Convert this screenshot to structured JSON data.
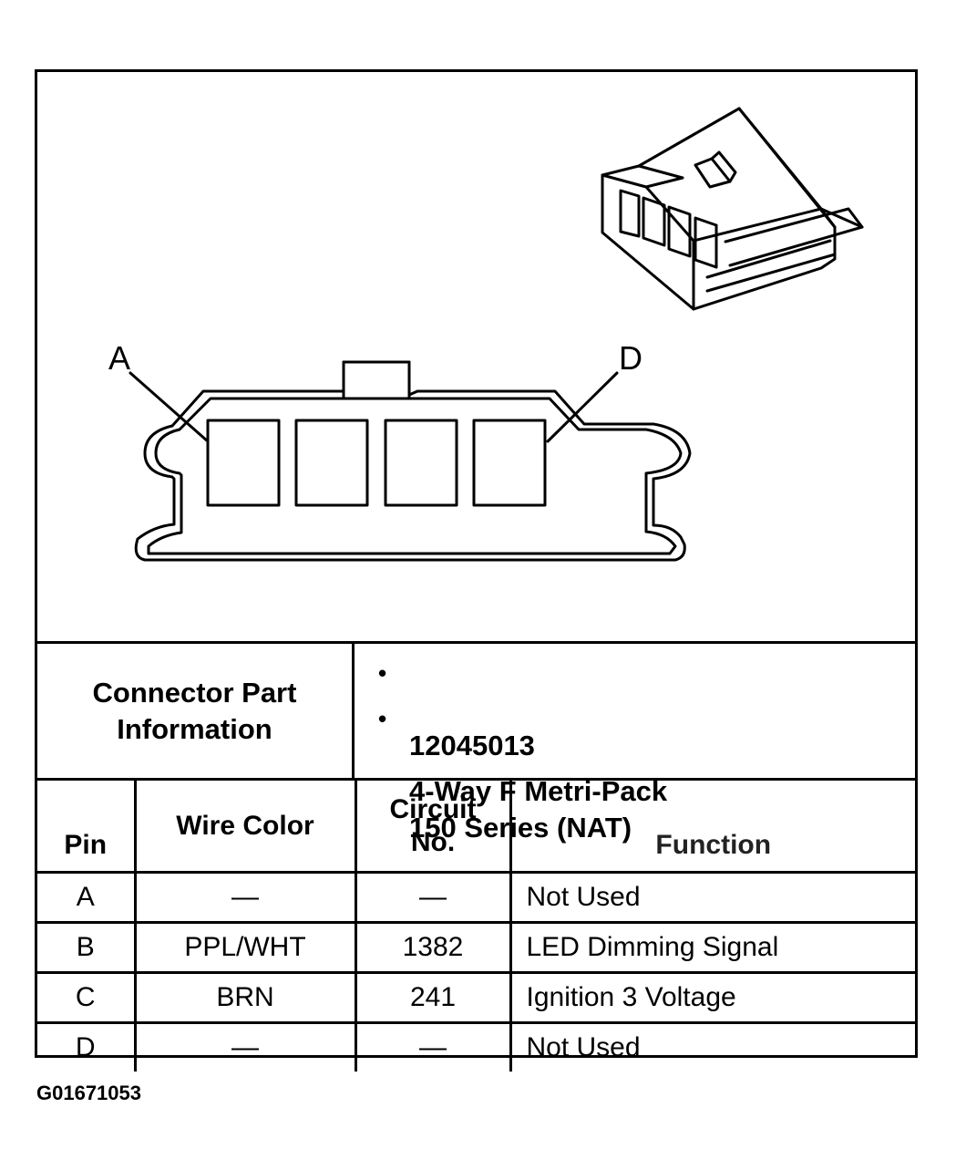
{
  "diagram": {
    "pin_label_left": "A",
    "pin_label_right": "D"
  },
  "connector_info": {
    "label": "Connector Part\nInformation",
    "items": [
      "12045013",
      "4-Way F Metri-Pack\n150 Series (NAT)"
    ]
  },
  "table": {
    "headers": [
      "Pin",
      "Wire Color",
      "Circuit\nNo.",
      "Function"
    ],
    "rows": [
      {
        "pin": "A",
        "wire": "—",
        "circuit": "—",
        "function": "Not Used"
      },
      {
        "pin": "B",
        "wire": "PPL/WHT",
        "circuit": "1382",
        "function": "LED Dimming Signal"
      },
      {
        "pin": "C",
        "wire": "BRN",
        "circuit": "241",
        "function": "Ignition 3 Voltage"
      },
      {
        "pin": "D",
        "wire": "—",
        "circuit": "—",
        "function": "Not Used"
      }
    ]
  },
  "figure_id": "G01671053"
}
